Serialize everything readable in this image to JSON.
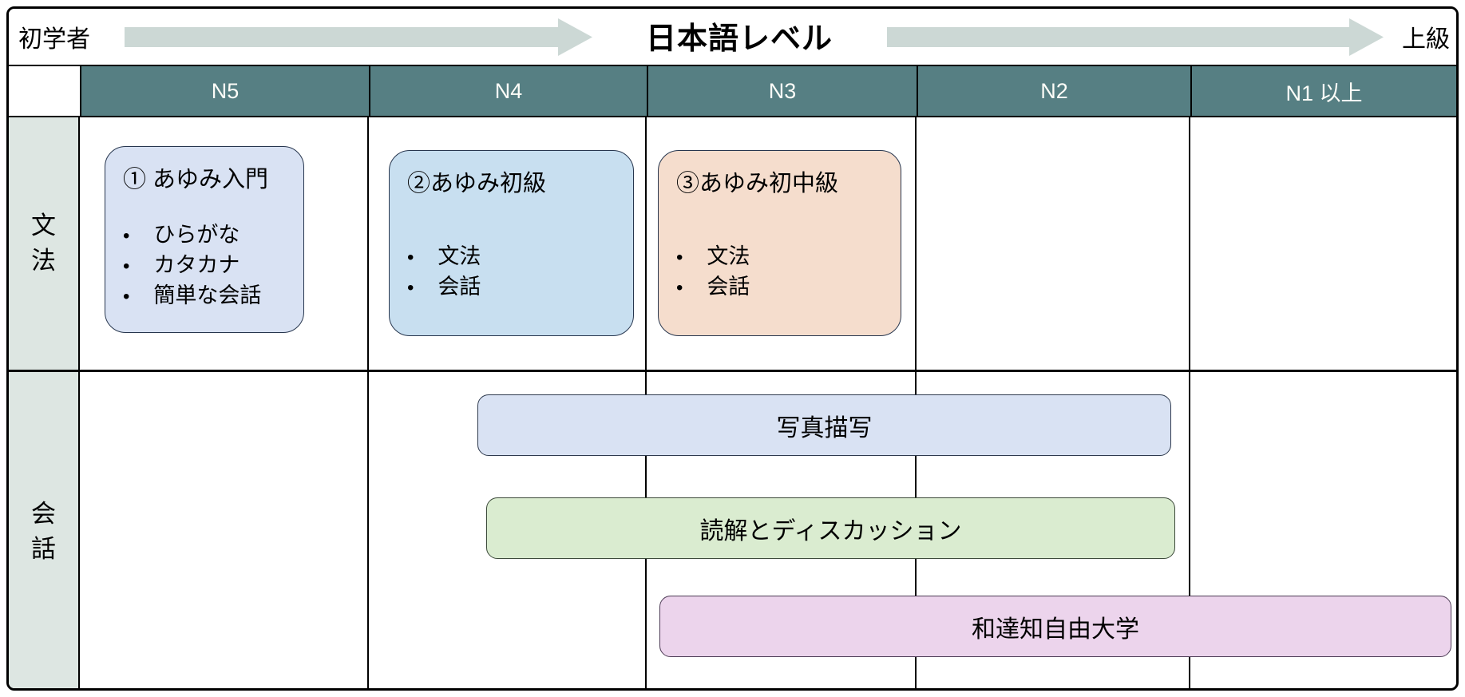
{
  "header": {
    "left_label": "初学者",
    "title": "日本語レベル",
    "right_label": "上級"
  },
  "columns": [
    "N5",
    "N4",
    "N3",
    "N2",
    "N1 以上"
  ],
  "row_labels": {
    "grammar": "文法",
    "conversation": "会話"
  },
  "grammar_cards": [
    {
      "title": "① あゆみ入門",
      "bullets": [
        "ひらがな",
        "カタカナ",
        "簡単な会話"
      ],
      "fill": "#d9e2f3",
      "column": "N5"
    },
    {
      "title": "②あゆみ初級",
      "bullets": [
        "文法",
        "会話"
      ],
      "fill": "#c8dff0",
      "column": "N4"
    },
    {
      "title": "③あゆみ初中級",
      "bullets": [
        "文法",
        "会話"
      ],
      "fill": "#f5ddcd",
      "column": "N3"
    }
  ],
  "conversation_bars": [
    {
      "label": "写真描写",
      "fill": "#d9e2f3",
      "span": "N4–N2"
    },
    {
      "label": "読解とディスカッション",
      "fill": "#daecd0",
      "span": "N4–N2"
    },
    {
      "label": "和達知自由大学",
      "fill": "#ecd4ec",
      "span": "N3–N1 以上"
    }
  ],
  "colors": {
    "column_header_bg": "#567f83",
    "column_header_text": "#fdfdf8",
    "row_label_bg": "#dde6e2",
    "arrow": "#ccd8d5",
    "grid_line": "#000000"
  },
  "bullet_glyph": "•"
}
